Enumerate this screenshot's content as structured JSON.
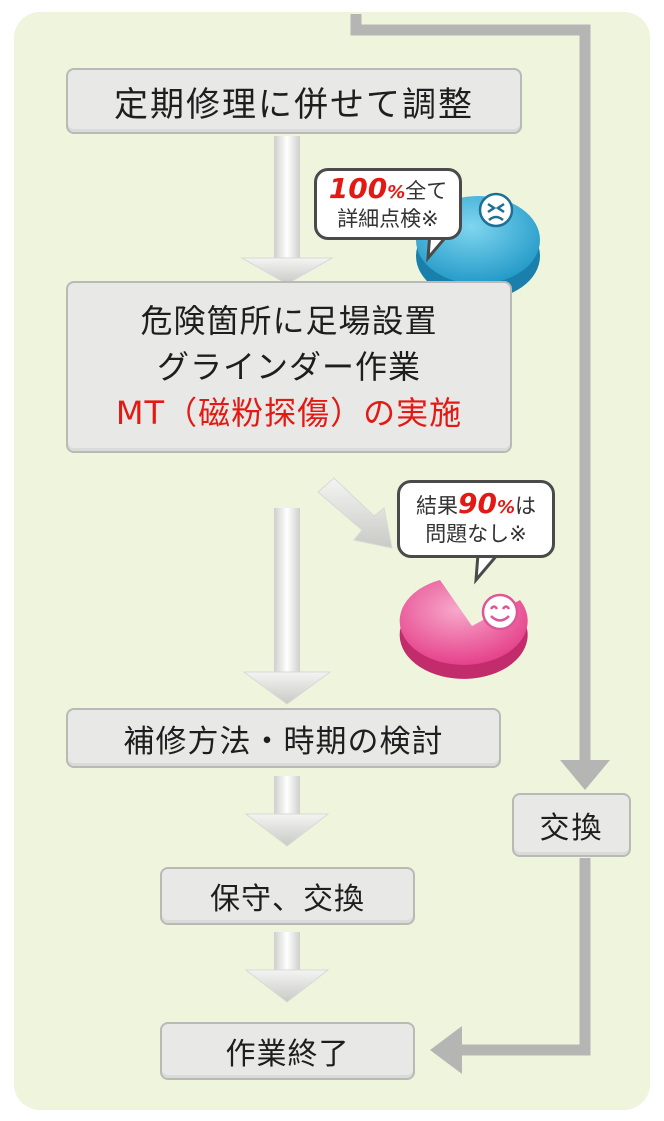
{
  "boxes": {
    "step1": "定期修理に併せて調整",
    "step2_line1": "危険箇所に足場設置",
    "step2_line2": "グラインダー作業",
    "step2_line3": "MT（磁粉探傷）の実施",
    "step3": "補修方法・時期の検討",
    "step4": "保守、交換",
    "step5": "作業終了",
    "replace": "交換"
  },
  "bubbles": {
    "inspect": {
      "percent": "100",
      "percent_sign": "%",
      "line1_rest": "全て",
      "line2": "詳細点検※"
    },
    "result": {
      "prefix": "結果",
      "percent": "90",
      "percent_sign": "%",
      "suffix": "は",
      "line2": "問題なし※"
    }
  },
  "colors": {
    "background": "#eef5dc",
    "box_fill": "#e8e8e6",
    "highlight_red": "#e31a14",
    "blue_disc": "#3bb3dc",
    "pink_pie": "#ec4f93"
  },
  "icons": [
    "sad-face-icon",
    "smile-face-icon"
  ]
}
